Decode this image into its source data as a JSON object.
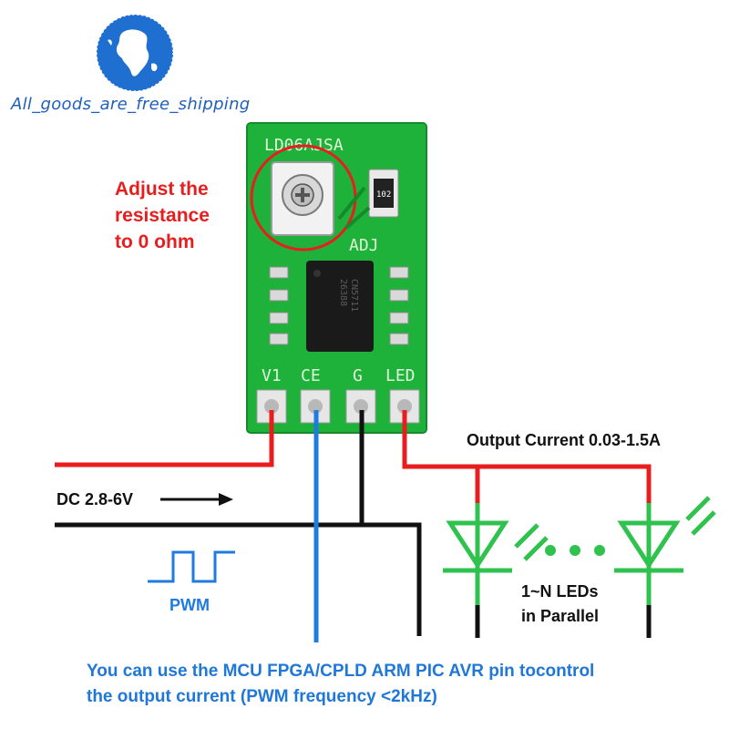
{
  "shop": {
    "watermark": "All_goods_are_free_shipping"
  },
  "board": {
    "model": "LD06AJSA",
    "adj_label": "ADJ",
    "resistor_code": "102",
    "chip_marking_1": "CN5711",
    "chip_marking_2": "26388",
    "pins": [
      "V1",
      "CE",
      "G",
      "LED"
    ]
  },
  "annotations": {
    "adjust_note": "Adjust the\nresistance\nto 0 ohm",
    "output_current": "Output Current 0.03-1.5A",
    "input_voltage": "DC 2.8-6V",
    "pwm": "PWM",
    "led_note": "1~N LEDs\nin Parallel",
    "footer": "You can use the MCU FPGA/CPLD ARM PIC AVR pin tocontrol\nthe output current (PWM frequency <2kHz)"
  },
  "colors": {
    "pcb": "#1fb23a",
    "wire_positive": "#e81d1d",
    "wire_ground": "#111111",
    "wire_control": "#1f7be0",
    "led_symbol": "#2fc24e",
    "note_red": "#e81d1d",
    "note_blue": "#1f78d8"
  }
}
